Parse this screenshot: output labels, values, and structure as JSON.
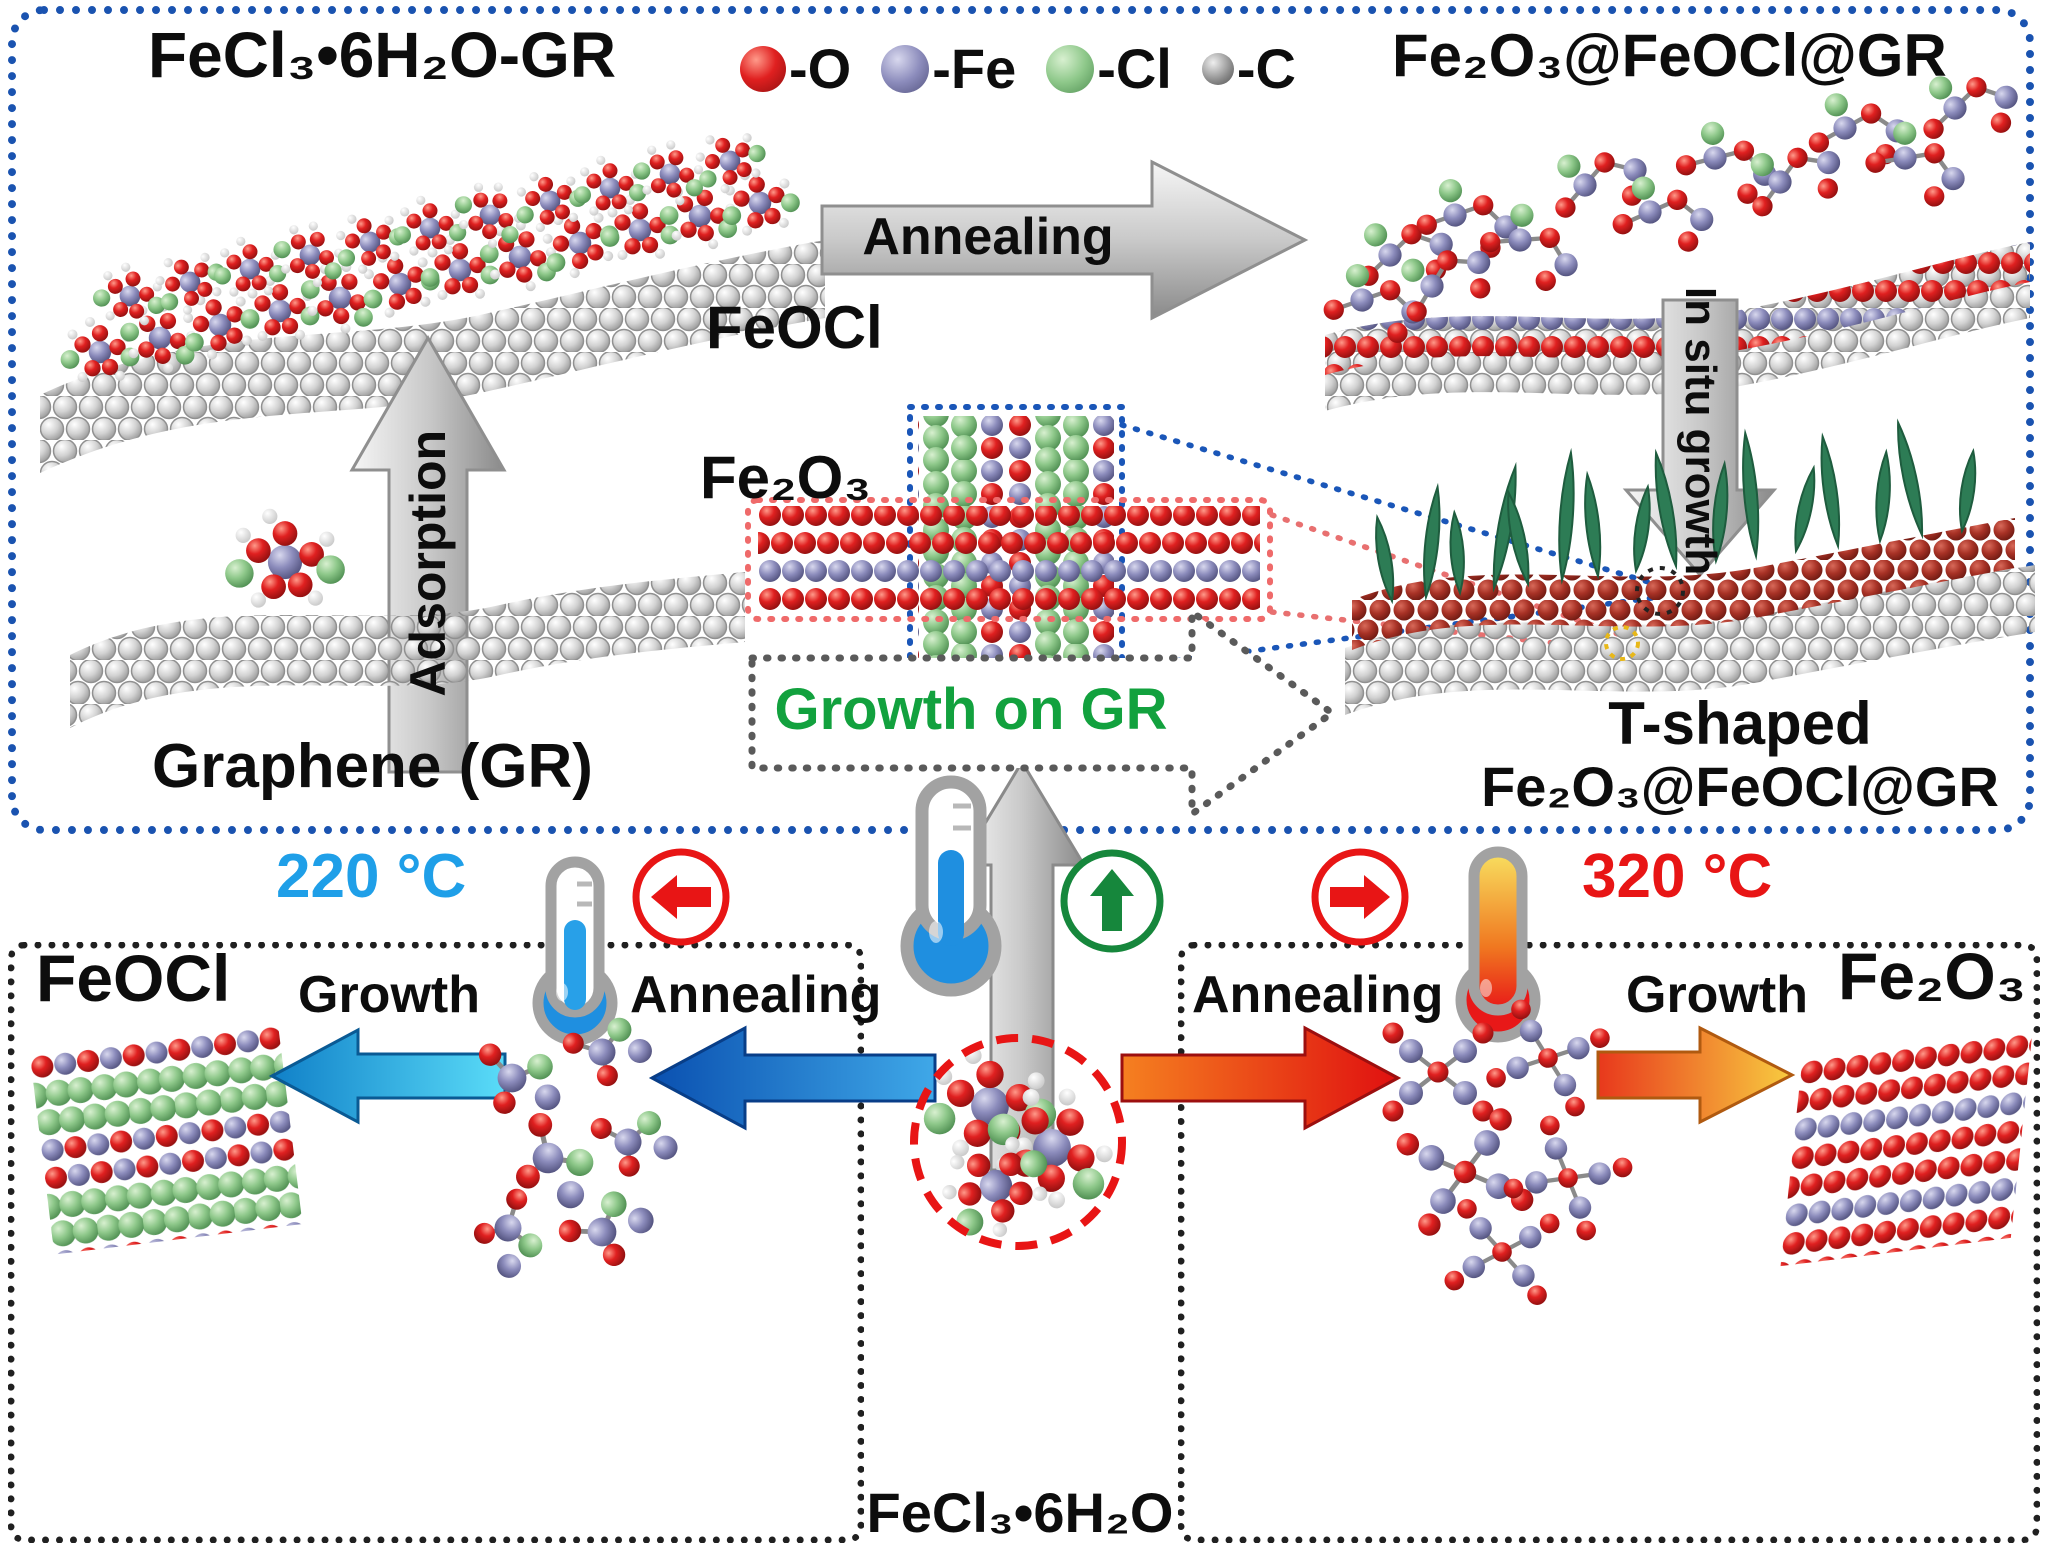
{
  "colors": {
    "oxygen": "#e02020",
    "iron": "#8c8cbc",
    "chlorine": "#8ec88a",
    "carbon": "#c9c9c9",
    "panel_blue": "#1a53b0",
    "accent_red": "#e81515",
    "accent_green": "#16873c",
    "accent_cyan": "#5adcf8",
    "accent_blue": "#0a50b0",
    "accent_orange": "#f8cc40",
    "temp_cold_text": "#1f9fe8",
    "temp_hot_text": "#e81515",
    "growth_on_gr_green": "#12a13e"
  },
  "legend": {
    "items": [
      {
        "element": "O",
        "label": "-O",
        "color": "#e02020"
      },
      {
        "element": "Fe",
        "label": "-Fe",
        "color": "#8c8cbc"
      },
      {
        "element": "Cl",
        "label": "-Cl",
        "color": "#8ec88a"
      },
      {
        "element": "C",
        "label": "-C",
        "color": "#4f4f4f"
      }
    ]
  },
  "top_panel": {
    "left_title": "FeCl₃•6H₂O-GR",
    "right_title": "Fe₂O₃@FeOCl@GR",
    "annealing": "Annealing",
    "adsorption": "Adsorption",
    "in_situ_growth": "In situ growth",
    "feocl": "FeOCl",
    "fe2o3": "Fe₂O₃",
    "graphene": "Graphene (GR)",
    "growth_on_gr": "Growth on GR",
    "t_shaped_line1": "T-shaped",
    "t_shaped_line2": "Fe₂O₃@FeOCl@GR"
  },
  "bottom_panel": {
    "temp_left": "220 °C",
    "temp_right": "320 °C",
    "center_molecule": "FeCl₃•6H₂O",
    "left_box": {
      "title": "FeOCl",
      "growth": "Growth",
      "annealing": "Annealing"
    },
    "right_box": {
      "title": "Fe₂O₃",
      "growth": "Growth",
      "annealing": "Annealing"
    }
  }
}
